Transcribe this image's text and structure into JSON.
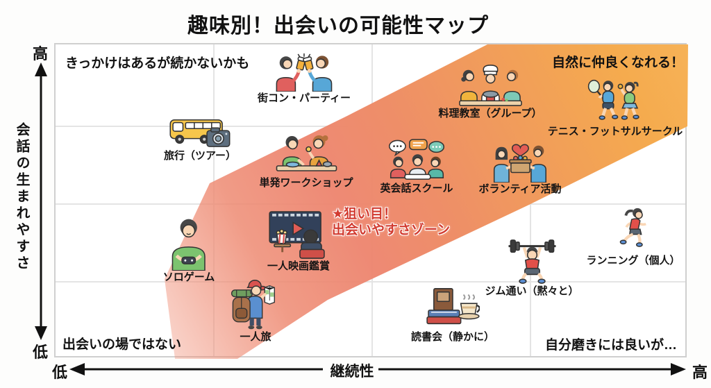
{
  "title": "趣味別！出会いの可能性マップ",
  "chart_data": {
    "type": "scatter",
    "title": "趣味別！出会いの可能性マップ",
    "xlabel": "継続性",
    "ylabel": "会話の生まれやすさ",
    "x_axis": {
      "min_label": "低",
      "max_label": "高"
    },
    "y_axis": {
      "min_label": "低",
      "max_label": "高"
    },
    "axis_scale_note": "relative 0-100 positions read from the map",
    "grid": "4x4 light gray grid",
    "points": [
      {
        "label": "街コン・パーティー",
        "x": 40,
        "y": 88,
        "icon": "beer-toast-icon"
      },
      {
        "label": "旅行（ツアー）",
        "x": 23,
        "y": 69,
        "icon": "bus-camera-icon"
      },
      {
        "label": "単発ワークショップ",
        "x": 40,
        "y": 64,
        "icon": "craft-workshop-icon"
      },
      {
        "label": "料理教室（グループ）",
        "x": 69,
        "y": 86,
        "icon": "cooking-class-icon"
      },
      {
        "label": "テニス・フットサルサークル",
        "x": 89,
        "y": 83,
        "icon": "tennis-players-icon"
      },
      {
        "label": "英会話スクール",
        "x": 57,
        "y": 63,
        "icon": "conversation-group-icon"
      },
      {
        "label": "ボランティア活動",
        "x": 74,
        "y": 62,
        "icon": "volunteer-box-icon"
      },
      {
        "label": "ソロゲーム",
        "x": 21,
        "y": 35,
        "icon": "solo-gamer-icon"
      },
      {
        "label": "一人映画鑑賞",
        "x": 39,
        "y": 39,
        "icon": "movie-screen-icon"
      },
      {
        "label": "ジム通い（黙々と）",
        "x": 76,
        "y": 31,
        "icon": "weightlifter-icon"
      },
      {
        "label": "ランニング（個人）",
        "x": 92,
        "y": 41,
        "icon": "runner-icon"
      },
      {
        "label": "読書会（静かに）",
        "x": 63,
        "y": 15,
        "icon": "books-coffee-icon"
      },
      {
        "label": "一人旅",
        "x": 32,
        "y": 14,
        "icon": "backpacker-icon"
      }
    ]
  },
  "corners": {
    "top_left": "きっかけはあるが続かないかも",
    "top_right": "自然に仲良くなれる！",
    "bottom_left": "出会いの場ではない",
    "bottom_right": "自分磨きには良いが…"
  },
  "zone": {
    "line1": "★狙い目！",
    "line2": "出会いやすさゾーン"
  },
  "colors": {
    "band_top_right": "#f5ab4e",
    "band_middle": "#ed8a72",
    "zone_text": "#d23b30",
    "grid_line": "#e4e4e4",
    "text": "#111111"
  }
}
